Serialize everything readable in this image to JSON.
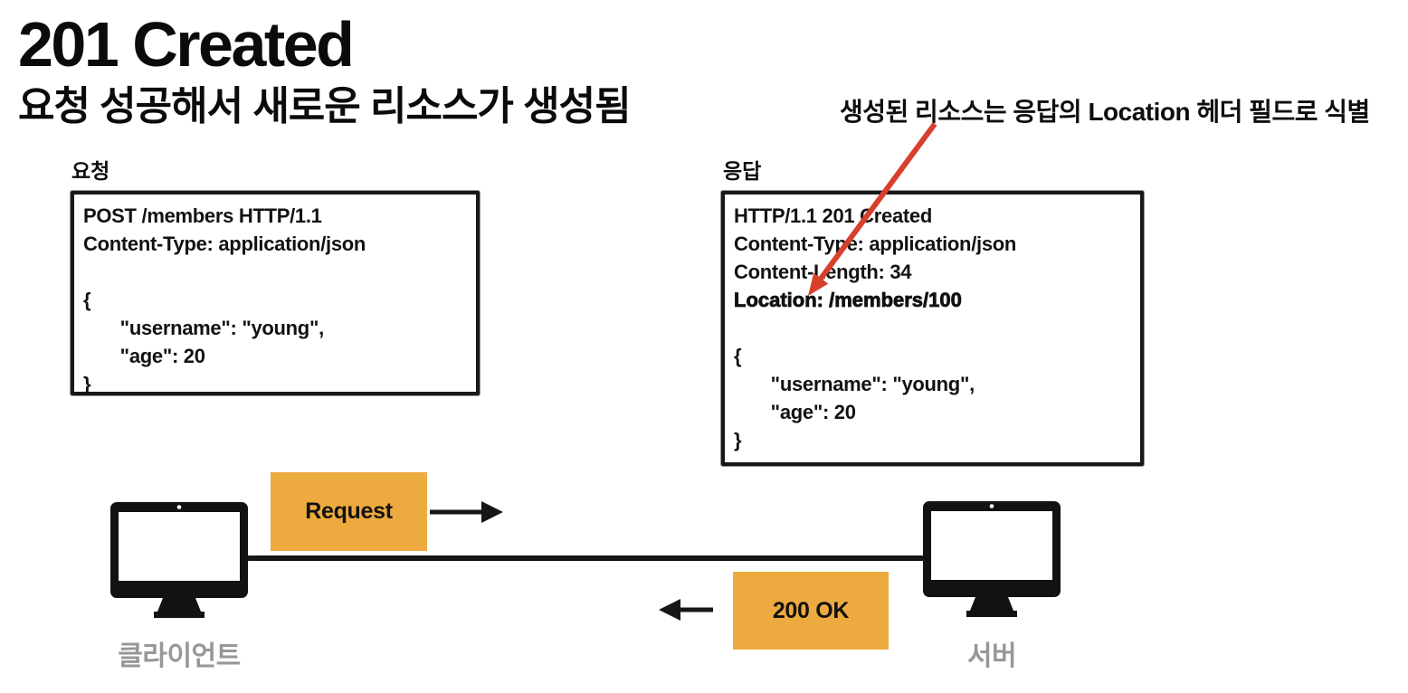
{
  "title": "201 Created",
  "subtitle": "요청 성공해서 새로운 리소스가 생성됨",
  "annotation": {
    "text": "생성된 리소스는 응답의 Location 헤더 필드로 식별"
  },
  "request_panel": {
    "label": "요청",
    "code_lines": [
      {
        "text": "POST /members HTTP/1.1"
      },
      {
        "text": "Content-Type: application/json"
      },
      {
        "text": ""
      },
      {
        "text": "{"
      },
      {
        "text": "       \"username\": \"young\","
      },
      {
        "text": "       \"age\": 20"
      },
      {
        "text": "}"
      }
    ]
  },
  "response_panel": {
    "label": "응답",
    "code_lines": [
      {
        "text": "HTTP/1.1 201 Created"
      },
      {
        "text": "Content-Type: application/json"
      },
      {
        "text": "Content-Length: 34"
      },
      {
        "text": "Location: /members/100",
        "emphasis": true
      },
      {
        "text": ""
      },
      {
        "text": "{"
      },
      {
        "text": "       \"username\": \"young\","
      },
      {
        "text": "       \"age\": 20"
      },
      {
        "text": "}"
      }
    ]
  },
  "flow": {
    "request_badge": "Request",
    "response_badge": "200 OK",
    "client_label": "클라이언트",
    "server_label": "서버"
  },
  "colors": {
    "badge_orange": "#EDAA3F",
    "annotation_arrow_red": "#D8402C",
    "device_label_gray": "#979797",
    "ink_black": "#161616"
  }
}
